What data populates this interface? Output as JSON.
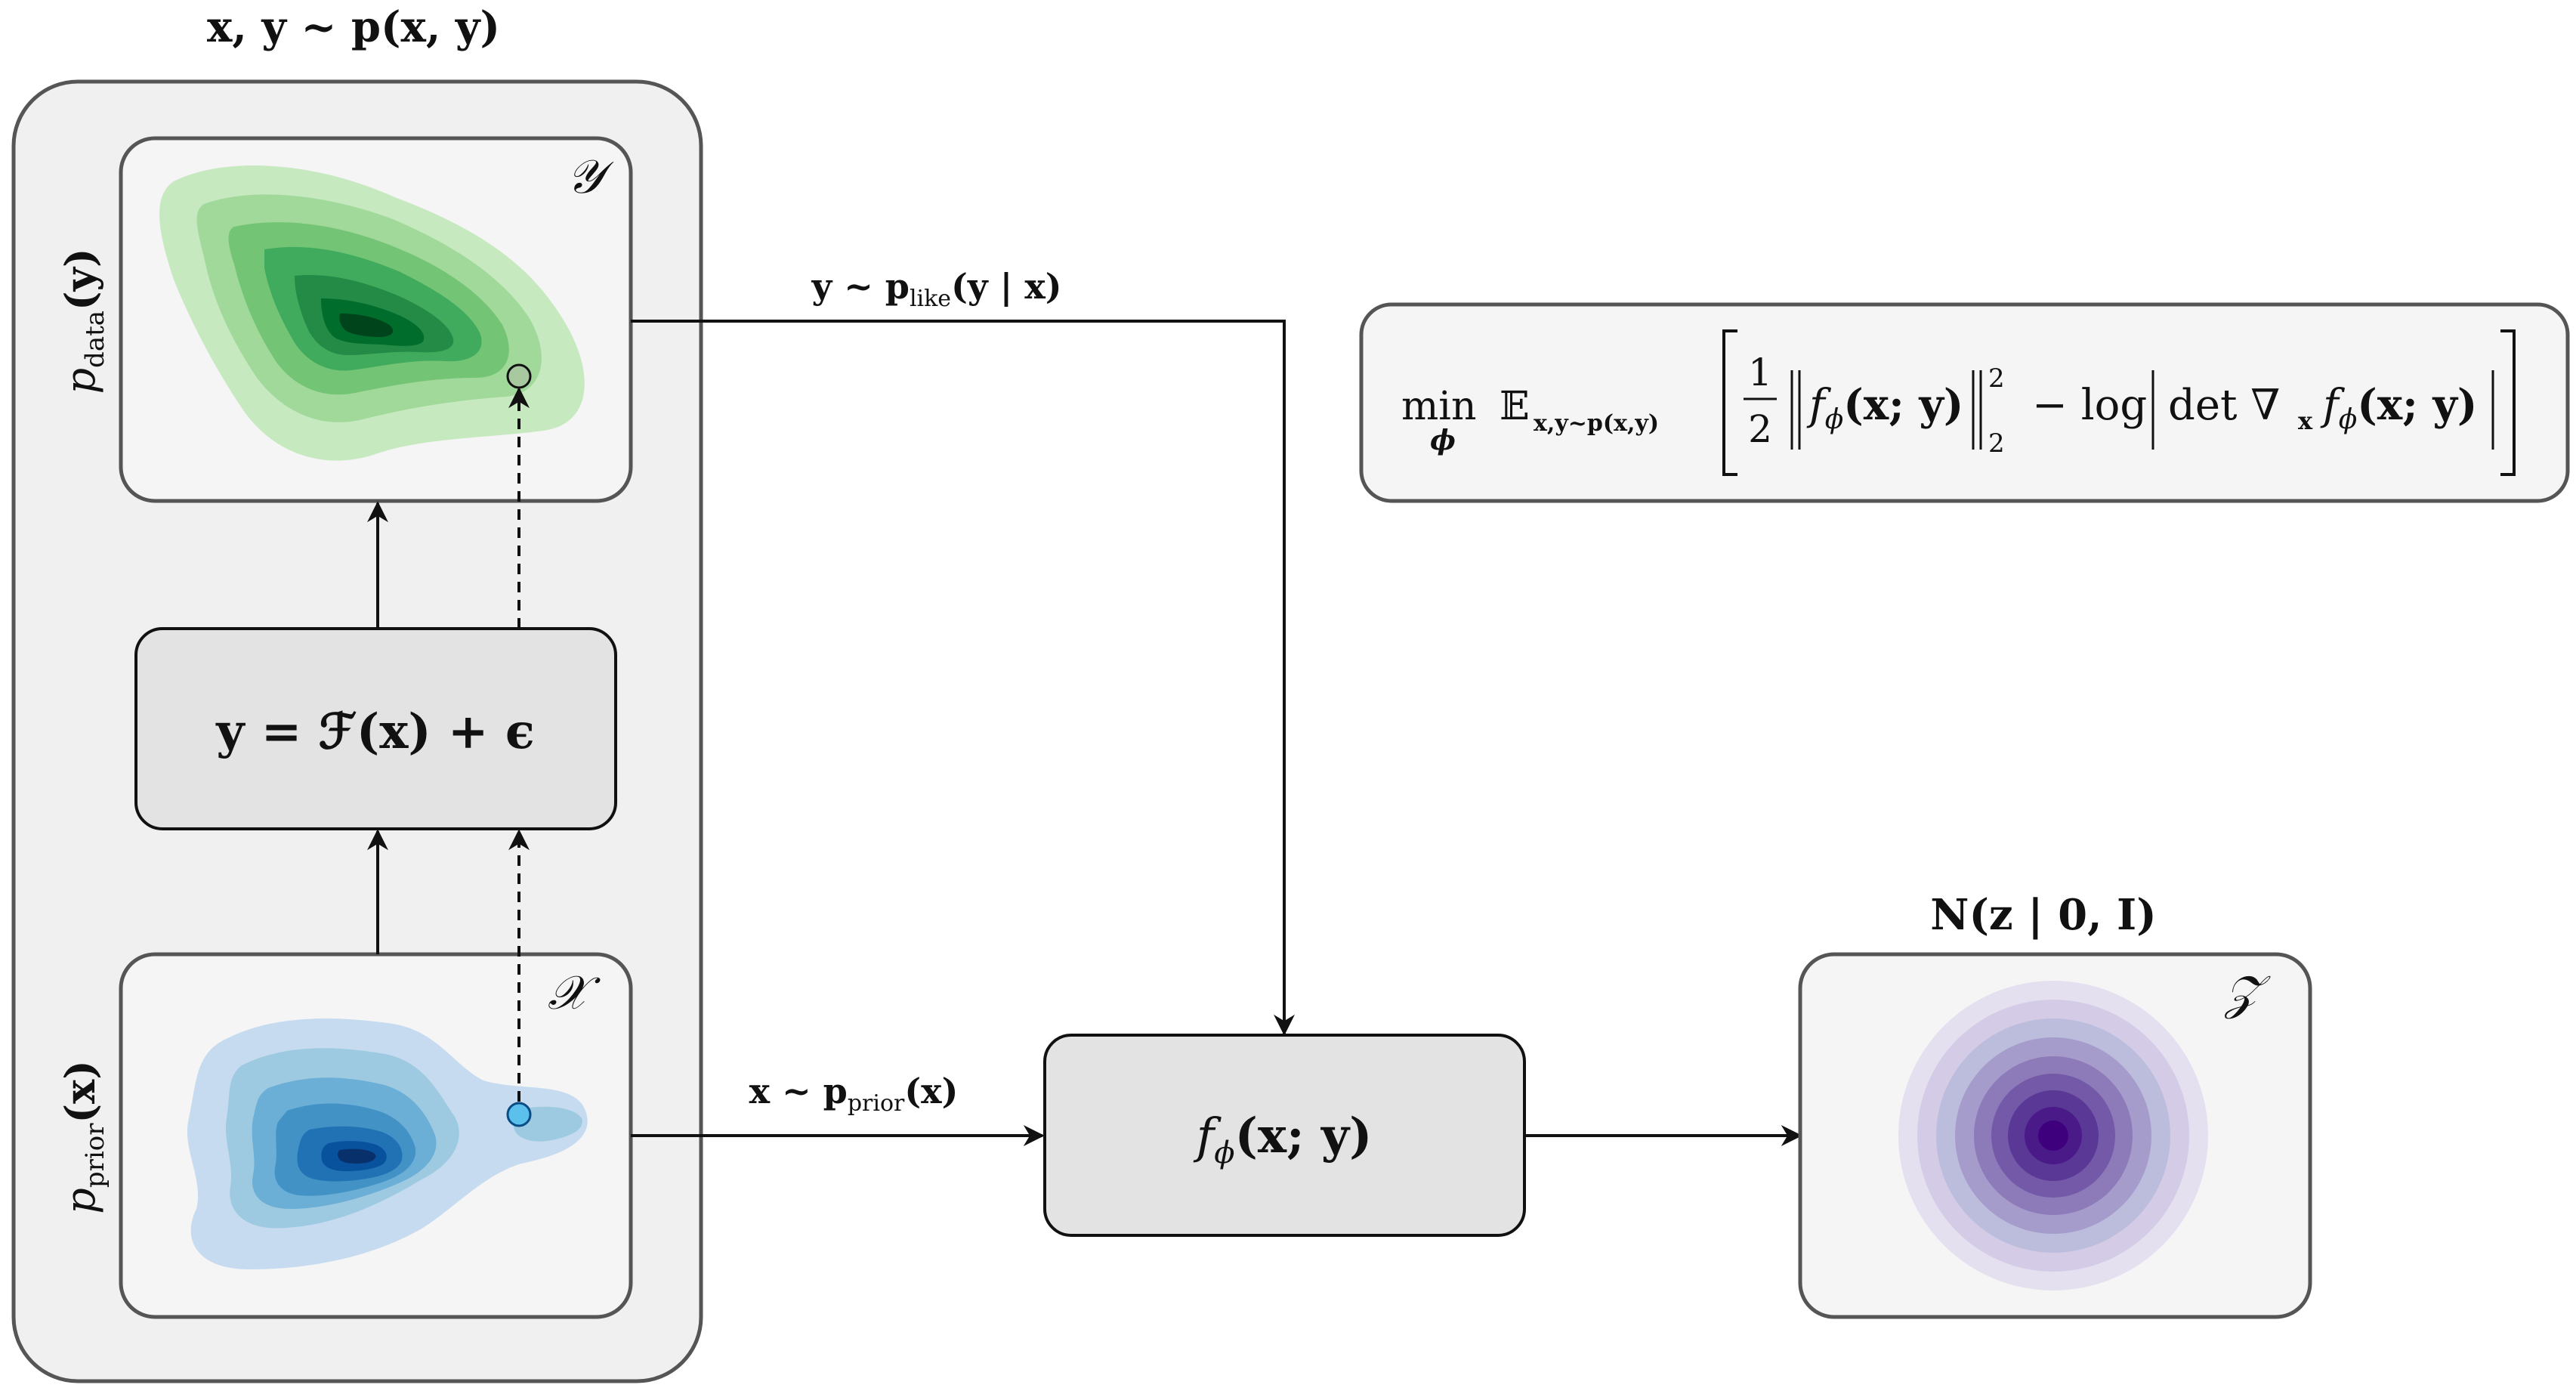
{
  "joint_label": "x, y ~ p(x, y)",
  "y_space": {
    "symbol": "𝒴",
    "axis_label_main": "p",
    "axis_label_sub": "data",
    "axis_label_arg": "(y)"
  },
  "x_space": {
    "symbol": "𝒳",
    "axis_label_main": "p",
    "axis_label_sub": "prior",
    "axis_label_arg": "(x)"
  },
  "forward_model": {
    "text": "y = ℱ(x) + ϵ"
  },
  "likelihood_edge": {
    "main": "y ~ p",
    "sub": "like",
    "arg": "(y | x)"
  },
  "prior_edge": {
    "main": "x ~ p",
    "sub": "prior",
    "arg": "(x)"
  },
  "flow_node": {
    "main": "f",
    "sub": "ϕ",
    "arg": "(x; y)"
  },
  "latent": {
    "title": "N(z | 0, I)",
    "symbol": "𝒵"
  },
  "objective": {
    "min": "min",
    "min_sub": "ϕ",
    "expect": "𝔼",
    "expect_sub": "x,y~p(x,y)",
    "frac_num": "1",
    "frac_den": "2",
    "norm_body_main": "f",
    "norm_body_sub": "ϕ",
    "norm_body_arg": "(x; y)",
    "norm_sup": "2",
    "norm_sub": "2",
    "minus_log": "− log",
    "det": "det ∇",
    "det_sub": "x",
    "det_body_main": "f",
    "det_body_sub": "ϕ",
    "det_body_arg": "(x; y)"
  },
  "colors": {
    "green_dark": "#00441b",
    "blue_dark": "#08306b",
    "purple_dark": "#3f007d",
    "node_fill": "#e3e3e3",
    "panel_fill": "#f5f5f5",
    "outer_fill": "#f0f0f0",
    "stroke": "#555555"
  }
}
